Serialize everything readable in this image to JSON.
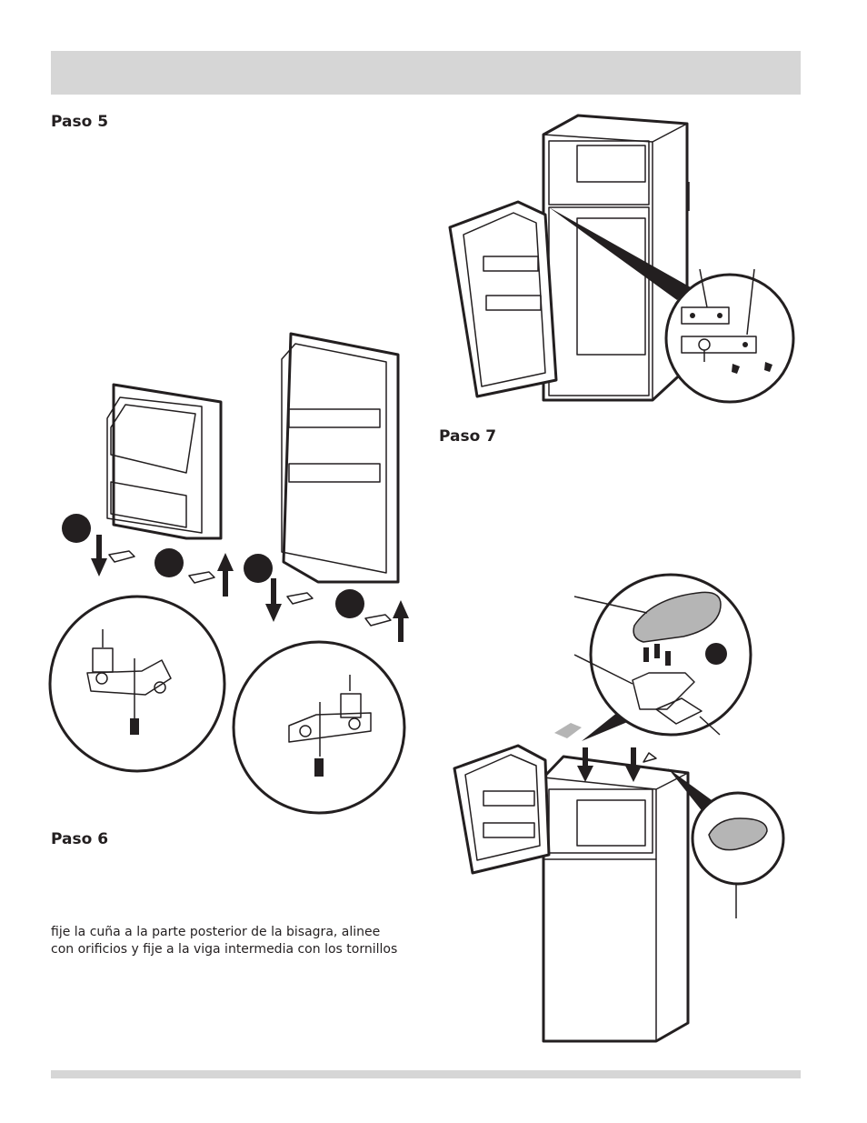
{
  "steps": {
    "step5": {
      "title": "Paso 5"
    },
    "step6": {
      "title": "Paso 6",
      "text_lines": [
        "fije la cuña a la parte posterior de la bisagra, alinee",
        "con orificios y fije a la viga intermedia con los tornillos"
      ]
    },
    "step7": {
      "title": "Paso 7"
    }
  },
  "figures": {
    "step5_doors": "doors-hinge-swap-illustration",
    "step6_fridge": "middle-hinge-detail-illustration",
    "step7_fridge": "top-hinge-cover-illustration"
  },
  "colors": {
    "bar_gray": "#d6d6d6",
    "text": "#231f20",
    "line": "#231f20"
  }
}
